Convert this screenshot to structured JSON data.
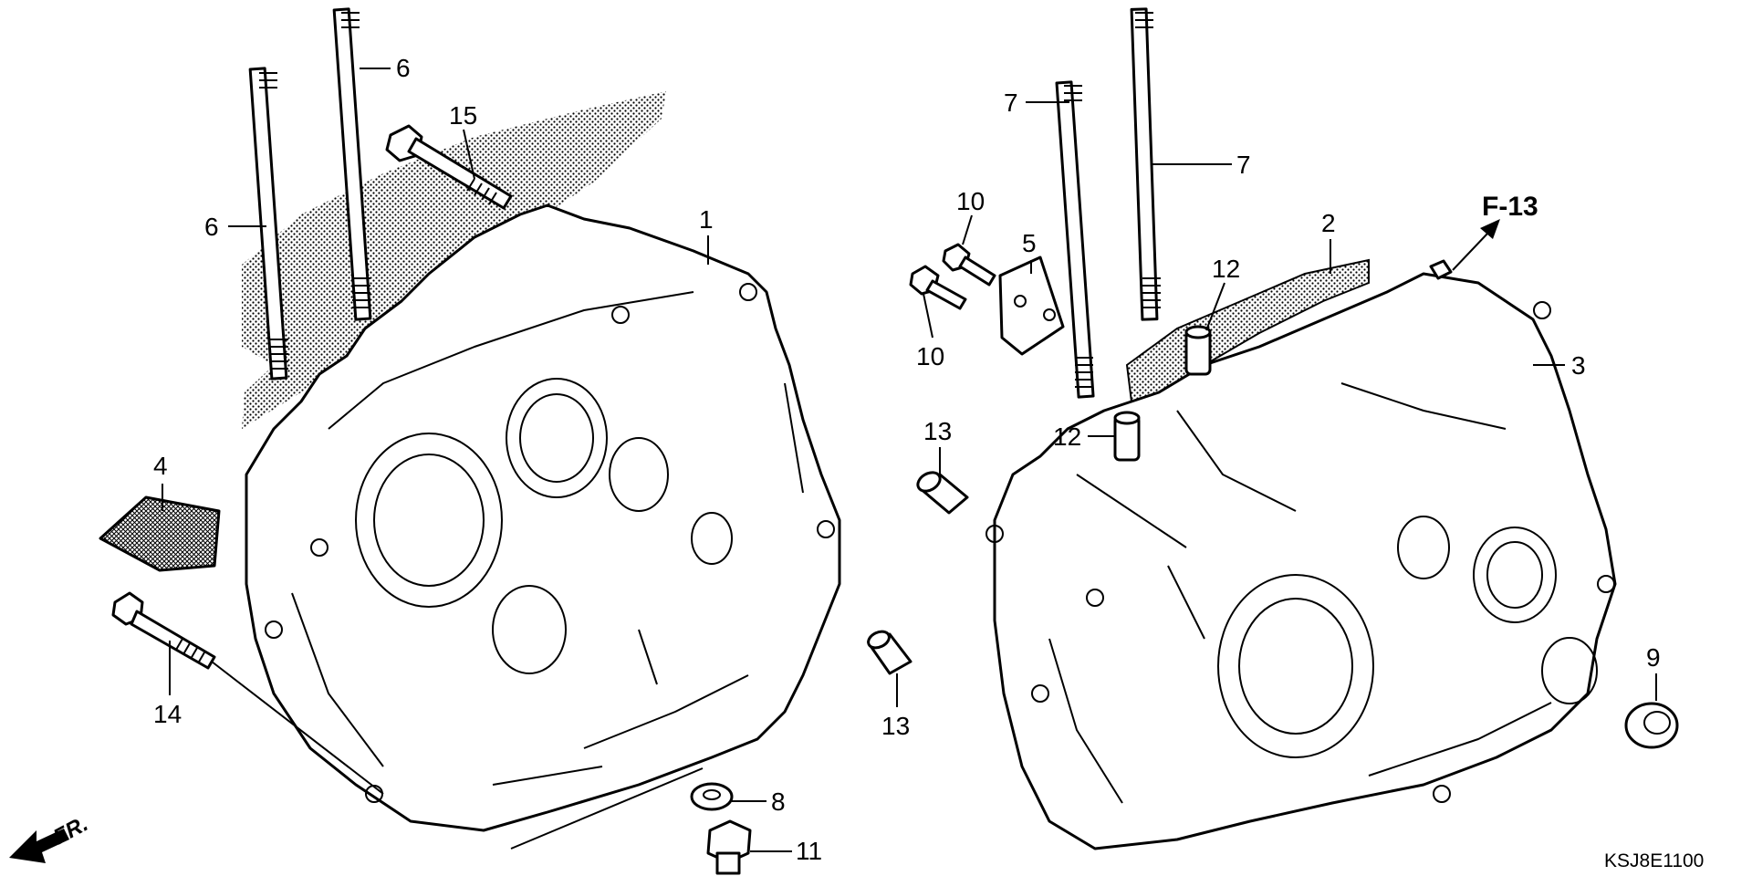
{
  "diagram": {
    "labels": {
      "p1": "1",
      "p2": "2",
      "p3": "3",
      "p4": "4",
      "p5": "5",
      "p6a": "6",
      "p6b": "6",
      "p7a": "7",
      "p7b": "7",
      "p8": "8",
      "p9": "9",
      "p10a": "10",
      "p10b": "10",
      "p11": "11",
      "p12a": "12",
      "p12b": "12",
      "p13a": "13",
      "p13b": "13",
      "p14": "14",
      "p15": "15"
    },
    "reference": "F-13",
    "direction": "FR.",
    "code": "KSJ8E1100"
  }
}
